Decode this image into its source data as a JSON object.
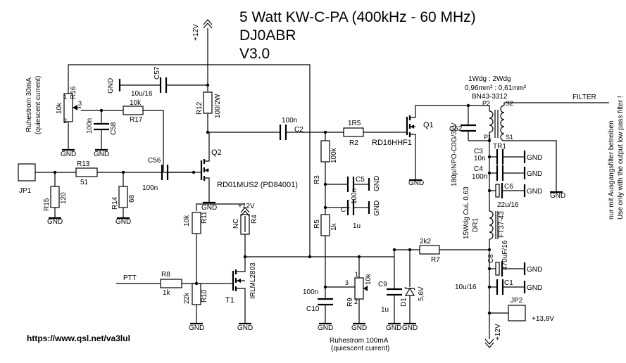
{
  "title": {
    "line1": "5 Watt KW-C-PA (400kHz - 60 MHz)",
    "line2": "DJ0ABR",
    "line3": "V3.0"
  },
  "footer_url": "https://www.qsl.net/va3lul",
  "power": {
    "top_12v": "+12V",
    "mid_12v": "+12V",
    "bottom_12v": "+12V",
    "jp2_13v8": "+13,8V"
  },
  "gnd": "GND",
  "components": {
    "R16": {
      "name": "R16",
      "value": "10k",
      "pin1": "1",
      "pin2": "2",
      "pin3": "3"
    },
    "R17": {
      "name": "R17",
      "value": "10k"
    },
    "C58": {
      "name": "C58",
      "value": "100n"
    },
    "C57": {
      "name": "C57",
      "value": "10u/16"
    },
    "R12": {
      "name": "R12",
      "value": "100/2W"
    },
    "Q2": {
      "name": "Q2",
      "type": "RD01MUS2 (PD84001)"
    },
    "C2": {
      "name": "C2",
      "value": "100n"
    },
    "R2": {
      "name": "R2",
      "value": "1R5"
    },
    "Q1": {
      "name": "Q1",
      "type": "RD16HHF1"
    },
    "C52": {
      "name": "C52",
      "value": "180p/NPO-C0G/3kV"
    },
    "TR1": {
      "name": "TR1",
      "core": "BN43-3312",
      "ratio": "1Wdg  :  2Wdg",
      "wire": "0,96mm² : 0,61mm²",
      "p2": "P2",
      "s2": "S2",
      "p1": "P1",
      "s1": "S1"
    },
    "JP1": {
      "name": "JP1"
    },
    "R13": {
      "name": "R13",
      "value": "51"
    },
    "C56": {
      "name": "C56",
      "value": "100n"
    },
    "R15": {
      "name": "R15",
      "value": "120"
    },
    "R14": {
      "name": "R14",
      "value": "68"
    },
    "R3": {
      "name": "R3",
      "value": "100k"
    },
    "C5": {
      "name": "C5",
      "value": "100n"
    },
    "C7": {
      "name": "C7",
      "value": "1u"
    },
    "R5": {
      "name": "R5",
      "value": "1k"
    },
    "R11": {
      "name": "R11",
      "value": "10k"
    },
    "R4": {
      "name": "R4",
      "value": "NC"
    },
    "R8": {
      "name": "R8",
      "value": "1k"
    },
    "R10": {
      "name": "R10",
      "value": "22k"
    },
    "T1": {
      "name": "T1",
      "type": "IRLML2803"
    },
    "C10": {
      "name": "C10",
      "value": "100n"
    },
    "R9": {
      "name": "R9",
      "value": "10k",
      "pin1": "1",
      "pin2": "2",
      "pin3": "3"
    },
    "C9": {
      "name": "C9",
      "value": "1u"
    },
    "D1": {
      "name": "D1",
      "value": "5,6V"
    },
    "R7": {
      "name": "R7",
      "value": "2k2"
    },
    "C3": {
      "name": "C3",
      "value": "10n"
    },
    "C4": {
      "name": "C4",
      "value": "100n"
    },
    "C6": {
      "name": "C6",
      "value": "22u/16"
    },
    "DR1": {
      "name": "DR1",
      "value": "15Wdg CuL 0,63",
      "core": "FT37-43"
    },
    "C8": {
      "name": "C8",
      "value": "470uF/16"
    },
    "C1": {
      "name": "C1",
      "value": "10u/16"
    },
    "JP2": {
      "name": "JP2"
    }
  },
  "labels": {
    "ptt": "PTT",
    "filter": "FILTER",
    "quiescent_left_1": "Ruhestrom 30mA",
    "quiescent_left_2": "(quiescent current)",
    "quiescent_bottom_1": "Ruhestrom 100mA",
    "quiescent_bottom_2": "(quiescent current)",
    "note_right_1": "nur mit Ausgangsfilter betreiben",
    "note_right_2": "Use only with the output low pass filter !"
  }
}
